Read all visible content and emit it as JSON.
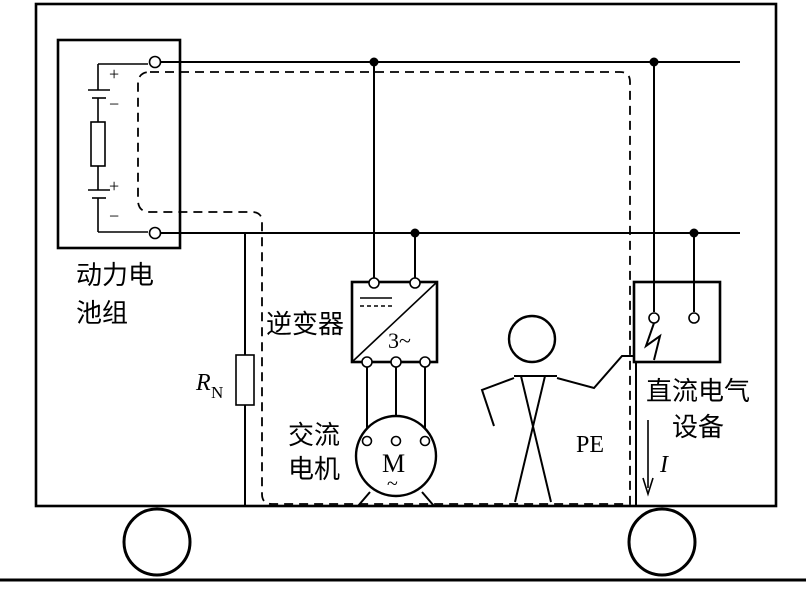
{
  "diagram": {
    "battery_label_line1": "动力电",
    "battery_label_line2": "池组",
    "battery_plus_top": "+",
    "battery_minus_top": "−",
    "battery_plus_bottom": "+",
    "battery_minus_bottom": "−",
    "inverter_label": "逆变器",
    "inverter_symbol": "3~",
    "resistor_symbol": "R",
    "resistor_subscript": "N",
    "motor_label_line1": "交流",
    "motor_label_line2": "电机",
    "motor_symbol": "M",
    "motor_tilde": "~",
    "pe_label": "PE",
    "dc_device_label_line1": "直流电气",
    "dc_device_label_line2": "设备",
    "current_label": "I"
  }
}
